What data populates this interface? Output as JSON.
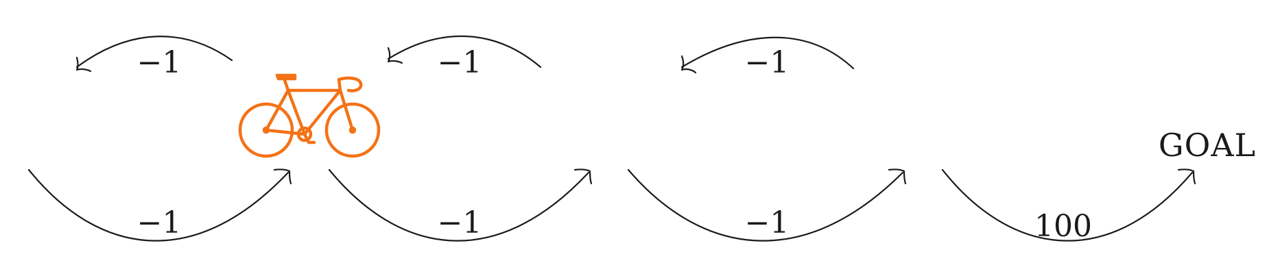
{
  "colors": {
    "bike": "#F47216",
    "ink": "#1a1a1a"
  },
  "agent": {
    "icon": "bicycle-icon"
  },
  "goal": {
    "label": "GOAL"
  },
  "transitions": {
    "backward": [
      {
        "reward": "−1"
      },
      {
        "reward": "−1"
      },
      {
        "reward": "−1"
      }
    ],
    "forward": [
      {
        "reward": "−1"
      },
      {
        "reward": "−1"
      },
      {
        "reward": "−1"
      },
      {
        "reward": "100"
      }
    ]
  }
}
